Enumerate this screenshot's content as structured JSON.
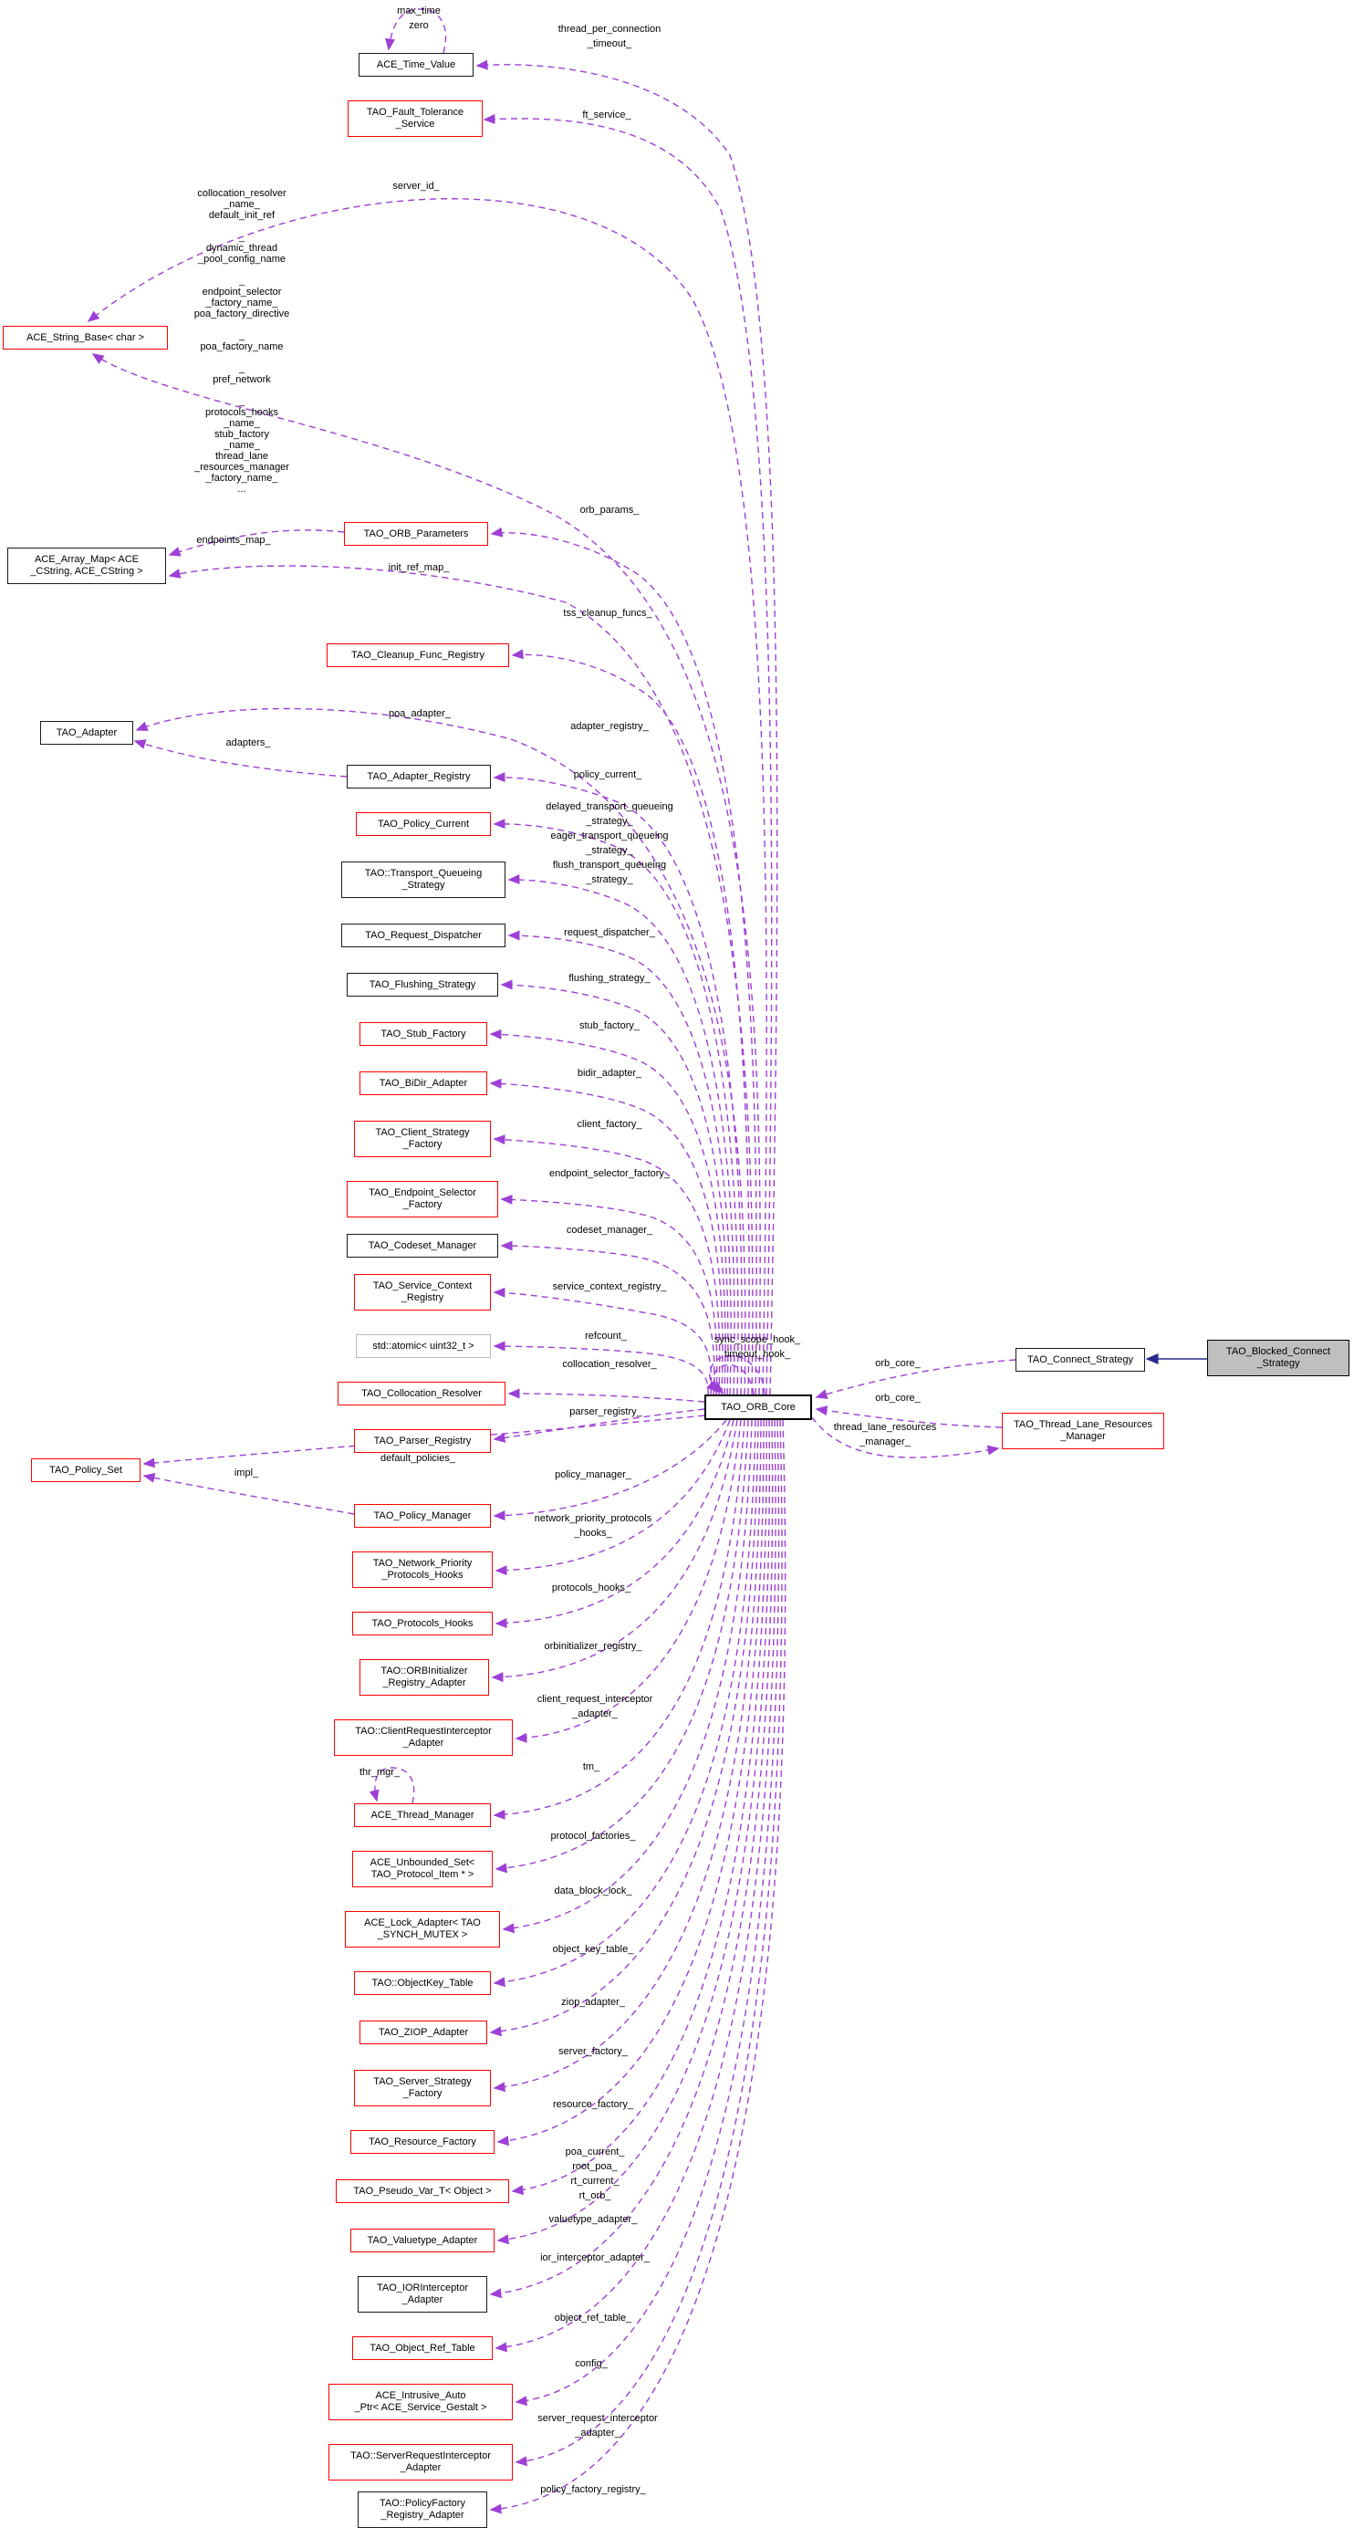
{
  "diagram": {
    "kind": "collaboration-graph",
    "center_class": "TAO_ORB_Core",
    "colors": {
      "member_edge": "#9e3fd6",
      "inheritance_edge": "#28288e",
      "border_red": "#ff0000",
      "border_black": "#1a1a1a",
      "border_gray": "#b9b9b9",
      "highlight_fill": "#bfbfbf",
      "background": "#ffffff"
    },
    "nodes": [
      {
        "id": "ace_time_value",
        "label": "ACE_Time_Value",
        "style": "black"
      },
      {
        "id": "tao_fault_tolerance_service",
        "label": "TAO_Fault_Tolerance\n_Service",
        "style": "red"
      },
      {
        "id": "ace_string_base",
        "label": "ACE_String_Base< char >",
        "style": "red"
      },
      {
        "id": "tao_orb_parameters",
        "label": "TAO_ORB_Parameters",
        "style": "red"
      },
      {
        "id": "ace_array_map",
        "label": "ACE_Array_Map< ACE\n_CString, ACE_CString >",
        "style": "black"
      },
      {
        "id": "tao_cleanup_func_registry",
        "label": "TAO_Cleanup_Func_Registry",
        "style": "red"
      },
      {
        "id": "tao_adapter",
        "label": "TAO_Adapter",
        "style": "black"
      },
      {
        "id": "tao_adapter_registry",
        "label": "TAO_Adapter_Registry",
        "style": "black"
      },
      {
        "id": "tao_policy_current",
        "label": "TAO_Policy_Current",
        "style": "red"
      },
      {
        "id": "tao_transport_queueing_strategy",
        "label": "TAO::Transport_Queueing\n_Strategy",
        "style": "black"
      },
      {
        "id": "tao_request_dispatcher",
        "label": "TAO_Request_Dispatcher",
        "style": "black"
      },
      {
        "id": "tao_flushing_strategy",
        "label": "TAO_Flushing_Strategy",
        "style": "black"
      },
      {
        "id": "tao_stub_factory",
        "label": "TAO_Stub_Factory",
        "style": "red"
      },
      {
        "id": "tao_bidir_adapter",
        "label": "TAO_BiDir_Adapter",
        "style": "red"
      },
      {
        "id": "tao_client_strategy_factory",
        "label": "TAO_Client_Strategy\n_Factory",
        "style": "red"
      },
      {
        "id": "tao_endpoint_selector_factory",
        "label": "TAO_Endpoint_Selector\n_Factory",
        "style": "red"
      },
      {
        "id": "tao_codeset_manager",
        "label": "TAO_Codeset_Manager",
        "style": "black"
      },
      {
        "id": "tao_service_context_registry",
        "label": "TAO_Service_Context\n_Registry",
        "style": "red"
      },
      {
        "id": "std_atomic_uint32",
        "label": "std::atomic< uint32_t >",
        "style": "gray"
      },
      {
        "id": "tao_collocation_resolver",
        "label": "TAO_Collocation_Resolver",
        "style": "red"
      },
      {
        "id": "tao_parser_registry",
        "label": "TAO_Parser_Registry",
        "style": "red"
      },
      {
        "id": "tao_policy_set",
        "label": "TAO_Policy_Set",
        "style": "red"
      },
      {
        "id": "tao_policy_manager",
        "label": "TAO_Policy_Manager",
        "style": "red"
      },
      {
        "id": "tao_network_priority_protocols_hooks",
        "label": "TAO_Network_Priority\n_Protocols_Hooks",
        "style": "red"
      },
      {
        "id": "tao_protocols_hooks",
        "label": "TAO_Protocols_Hooks",
        "style": "red"
      },
      {
        "id": "tao_orbinitializer_registry_adapter",
        "label": "TAO::ORBInitializer\n_Registry_Adapter",
        "style": "red"
      },
      {
        "id": "tao_clientrequestinterceptor_adapter",
        "label": "TAO::ClientRequestInterceptor\n_Adapter",
        "style": "red"
      },
      {
        "id": "ace_thread_manager",
        "label": "ACE_Thread_Manager",
        "style": "red"
      },
      {
        "id": "ace_unbounded_set",
        "label": "ACE_Unbounded_Set<\nTAO_Protocol_Item * >",
        "style": "red"
      },
      {
        "id": "ace_lock_adapter",
        "label": "ACE_Lock_Adapter< TAO\n_SYNCH_MUTEX >",
        "style": "red"
      },
      {
        "id": "tao_objectkey_table",
        "label": "TAO::ObjectKey_Table",
        "style": "red"
      },
      {
        "id": "tao_ziop_adapter",
        "label": "TAO_ZIOP_Adapter",
        "style": "red"
      },
      {
        "id": "tao_server_strategy_factory",
        "label": "TAO_Server_Strategy\n_Factory",
        "style": "red"
      },
      {
        "id": "tao_resource_factory",
        "label": "TAO_Resource_Factory",
        "style": "red"
      },
      {
        "id": "tao_pseudo_var_t",
        "label": "TAO_Pseudo_Var_T< Object >",
        "style": "red"
      },
      {
        "id": "tao_valuetype_adapter",
        "label": "TAO_Valuetype_Adapter",
        "style": "red"
      },
      {
        "id": "tao_iorinterceptor_adapter",
        "label": "TAO_IORInterceptor\n_Adapter",
        "style": "black"
      },
      {
        "id": "tao_object_ref_table",
        "label": "TAO_Object_Ref_Table",
        "style": "red"
      },
      {
        "id": "ace_intrusive_auto_ptr",
        "label": "ACE_Intrusive_Auto\n_Ptr< ACE_Service_Gestalt >",
        "style": "red"
      },
      {
        "id": "tao_serverrequestinterceptor_adapter",
        "label": "TAO::ServerRequestInterceptor\n_Adapter",
        "style": "red"
      },
      {
        "id": "tao_policyfactory_registry_adapter",
        "label": "TAO::PolicyFactory\n_Registry_Adapter",
        "style": "black"
      },
      {
        "id": "tao_orb_core",
        "label": "TAO_ORB_Core",
        "style": "center"
      },
      {
        "id": "tao_connect_strategy",
        "label": "TAO_Connect_Strategy",
        "style": "black"
      },
      {
        "id": "tao_blocked_connect_strategy",
        "label": "TAO_Blocked_Connect\n_Strategy",
        "style": "grayfill"
      },
      {
        "id": "tao_thread_lane_resources_manager",
        "label": "TAO_Thread_Lane_Resources\n_Manager",
        "style": "red"
      }
    ],
    "edge_labels": [
      {
        "id": "max_time_zero",
        "text": "max_time\nzero",
        "to": "ACE_Time_Value"
      },
      {
        "id": "thread_per_connection_timeout",
        "text": "thread_per_connection\n_timeout_",
        "to": "ACE_Time_Value"
      },
      {
        "id": "ft_service",
        "text": "ft_service_",
        "to": "TAO_Fault_Tolerance_Service"
      },
      {
        "id": "server_id",
        "text": "server_id_",
        "to": "ACE_String_Base< char >"
      },
      {
        "id": "string_members",
        "text": "collocation_resolver\n_name_\ndefault_init_ref\n\n_\ndynamic_thread\n_pool_config_name\n\n_\nendpoint_selector\n_factory_name_\npoa_factory_directive\n\n_\npoa_factory_name\n\n_\npref_network\n\n_\nprotocols_hooks\n_name_\nstub_factory\n_name_\nthread_lane\n_resources_manager\n_factory_name_\n...",
        "to": "ACE_String_Base< char >"
      },
      {
        "id": "orb_params",
        "text": "orb_params_",
        "to": "TAO_ORB_Parameters"
      },
      {
        "id": "endpoints_map",
        "text": "endpoints_map_",
        "to": "ACE_Array_Map< ACE_CString, ACE_CString >"
      },
      {
        "id": "init_ref_map",
        "text": "init_ref_map_",
        "to": "ACE_Array_Map< ACE_CString, ACE_CString >"
      },
      {
        "id": "tss_cleanup_funcs",
        "text": "tss_cleanup_funcs_",
        "to": "TAO_Cleanup_Func_Registry"
      },
      {
        "id": "poa_adapter",
        "text": "poa_adapter_",
        "to": "TAO_Adapter"
      },
      {
        "id": "adapters",
        "text": "adapters_",
        "to": "TAO_Adapter"
      },
      {
        "id": "adapter_registry",
        "text": "adapter_registry_",
        "to": "TAO_Adapter_Registry"
      },
      {
        "id": "policy_current",
        "text": "policy_current_",
        "to": "TAO_Policy_Current"
      },
      {
        "id": "queueing_strategies",
        "text": "delayed_transport_queueing\n_strategy_\neager_transport_queueing\n_strategy_\nflush_transport_queueing\n_strategy_",
        "to": "TAO::Transport_Queueing_Strategy"
      },
      {
        "id": "request_dispatcher",
        "text": "request_dispatcher_",
        "to": "TAO_Request_Dispatcher"
      },
      {
        "id": "flushing_strategy",
        "text": "flushing_strategy_",
        "to": "TAO_Flushing_Strategy"
      },
      {
        "id": "stub_factory",
        "text": "stub_factory_",
        "to": "TAO_Stub_Factory"
      },
      {
        "id": "bidir_adapter",
        "text": "bidir_adapter_",
        "to": "TAO_BiDir_Adapter"
      },
      {
        "id": "client_factory",
        "text": "client_factory_",
        "to": "TAO_Client_Strategy_Factory"
      },
      {
        "id": "endpoint_selector_factory",
        "text": "endpoint_selector_factory_",
        "to": "TAO_Endpoint_Selector_Factory"
      },
      {
        "id": "codeset_manager",
        "text": "codeset_manager_",
        "to": "TAO_Codeset_Manager"
      },
      {
        "id": "service_context_registry",
        "text": "service_context_registry_",
        "to": "TAO_Service_Context_Registry"
      },
      {
        "id": "refcount",
        "text": "refcount_",
        "to": "std::atomic< uint32_t >"
      },
      {
        "id": "collocation_resolver",
        "text": "collocation_resolver_",
        "to": "TAO_Collocation_Resolver"
      },
      {
        "id": "sync_scope_timeout_hook",
        "text": "sync_scope_hook_\ntimeout_hook_",
        "to": "TAO_ORB_Core"
      },
      {
        "id": "parser_registry",
        "text": "parser_registry_",
        "to": "TAO_Parser_Registry"
      },
      {
        "id": "default_policies",
        "text": "default_policies_",
        "to": "TAO_Policy_Set"
      },
      {
        "id": "impl",
        "text": "impl_",
        "to": "TAO_Policy_Set"
      },
      {
        "id": "policy_manager",
        "text": "policy_manager_",
        "to": "TAO_Policy_Manager"
      },
      {
        "id": "network_priority_protocols_hooks",
        "text": "network_priority_protocols\n_hooks_",
        "to": "TAO_Network_Priority_Protocols_Hooks"
      },
      {
        "id": "protocols_hooks",
        "text": "protocols_hooks_",
        "to": "TAO_Protocols_Hooks"
      },
      {
        "id": "orbinitializer_registry",
        "text": "orbinitializer_registry_",
        "to": "TAO::ORBInitializer_Registry_Adapter"
      },
      {
        "id": "client_request_interceptor_adapter",
        "text": "client_request_interceptor\n_adapter_",
        "to": "TAO::ClientRequestInterceptor_Adapter"
      },
      {
        "id": "thr_mgr",
        "text": "thr_mgr_",
        "to": "ACE_Thread_Manager"
      },
      {
        "id": "tm",
        "text": "tm_",
        "to": "ACE_Thread_Manager"
      },
      {
        "id": "protocol_factories",
        "text": "protocol_factories_",
        "to": "ACE_Unbounded_Set< TAO_Protocol_Item * >"
      },
      {
        "id": "data_block_lock",
        "text": "data_block_lock_",
        "to": "ACE_Lock_Adapter< TAO_SYNCH_MUTEX >"
      },
      {
        "id": "object_key_table",
        "text": "object_key_table_",
        "to": "TAO::ObjectKey_Table"
      },
      {
        "id": "ziop_adapter",
        "text": "ziop_adapter_",
        "to": "TAO_ZIOP_Adapter"
      },
      {
        "id": "server_factory",
        "text": "server_factory_",
        "to": "TAO_Server_Strategy_Factory"
      },
      {
        "id": "resource_factory",
        "text": "resource_factory_",
        "to": "TAO_Resource_Factory"
      },
      {
        "id": "poa_rt_currents",
        "text": "poa_current_\nroot_poa_\nrt_current_\nrt_orb_",
        "to": "TAO_Pseudo_Var_T< Object >"
      },
      {
        "id": "valuetype_adapter",
        "text": "valuetype_adapter_",
        "to": "TAO_Valuetype_Adapter"
      },
      {
        "id": "ior_interceptor_adapter",
        "text": "ior_interceptor_adapter_",
        "to": "TAO_IORInterceptor_Adapter"
      },
      {
        "id": "object_ref_table",
        "text": "object_ref_table_",
        "to": "TAO_Object_Ref_Table"
      },
      {
        "id": "config",
        "text": "config_",
        "to": "ACE_Intrusive_Auto_Ptr< ACE_Service_Gestalt >"
      },
      {
        "id": "server_request_interceptor_adapter",
        "text": "server_request_interceptor\n_adapter_",
        "to": "TAO::ServerRequestInterceptor_Adapter"
      },
      {
        "id": "policy_factory_registry",
        "text": "policy_factory_registry_",
        "to": "TAO::PolicyFactory_Registry_Adapter"
      },
      {
        "id": "orb_core_1",
        "text": "orb_core_",
        "to": "TAO_ORB_Core"
      },
      {
        "id": "orb_core_2",
        "text": "orb_core_",
        "to": "TAO_ORB_Core"
      },
      {
        "id": "thread_lane_resources_manager",
        "text": "thread_lane_resources\n_manager_",
        "to": "TAO_Thread_Lane_Resources_Manager"
      }
    ]
  }
}
